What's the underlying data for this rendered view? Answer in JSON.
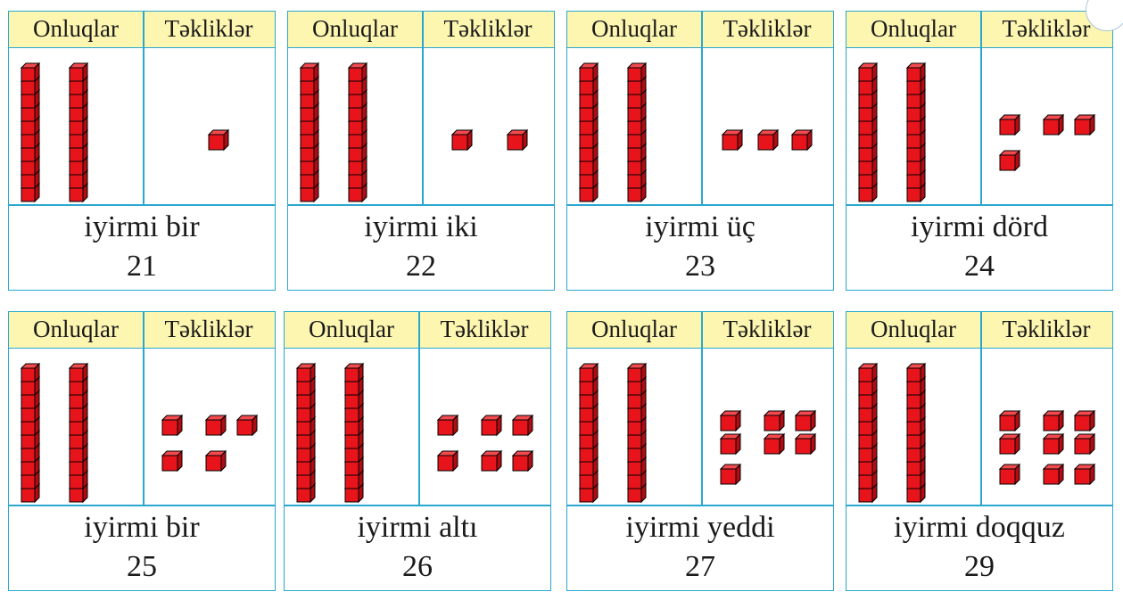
{
  "headers": {
    "tens": "Onluqlar",
    "ones": "Təkliklər"
  },
  "cards": [
    {
      "word": "iyirmi bir",
      "number": "21",
      "tens": 2,
      "ones": 1
    },
    {
      "word": "iyirmi iki",
      "number": "22",
      "tens": 2,
      "ones": 2
    },
    {
      "word": "iyirmi üç",
      "number": "23",
      "tens": 2,
      "ones": 3
    },
    {
      "word": "iyirmi dörd",
      "number": "24",
      "tens": 2,
      "ones": 4
    },
    {
      "word": "iyirmi bir",
      "number": "25",
      "tens": 2,
      "ones": 5
    },
    {
      "word": "iyirmi altı",
      "number": "26",
      "tens": 2,
      "ones": 6
    },
    {
      "word": "iyirmi yeddi",
      "number": "27",
      "tens": 2,
      "ones": 7
    },
    {
      "word": "iyirmi doqquz",
      "number": "29",
      "tens": 2,
      "ones": 9
    }
  ],
  "colors": {
    "cube_face": "#e8141c",
    "cube_top": "#f24a4e",
    "cube_side": "#b00c12",
    "border": "#2ba7cf",
    "header_bg": "#fdf6b0"
  }
}
